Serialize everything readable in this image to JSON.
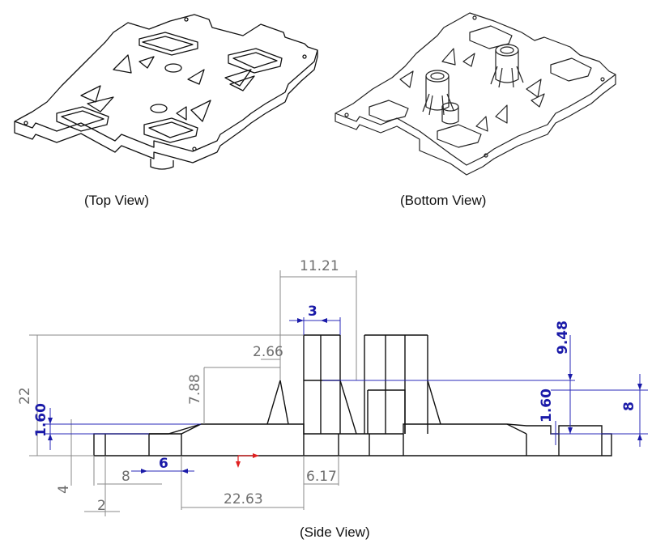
{
  "captions": {
    "top": "(Top View)",
    "bottom": "(Bottom View)",
    "side": "(Side View)"
  },
  "dimensions": {
    "d_11_21": "11.21",
    "d_3": "3",
    "d_9_48": "9.48",
    "d_2_66": "2.66",
    "d_22": "22",
    "d_7_88": "7.88",
    "d_1_60_left": "1.60",
    "d_1_60_right": "1.60",
    "d_8_right": "8",
    "d_8_bottom": "8",
    "d_6": "6",
    "d_6_17": "6.17",
    "d_4": "4",
    "d_22_63": "22.63",
    "d_2": "2"
  },
  "colors": {
    "line": "#111111",
    "dim_gray": "#6e6e6e",
    "dim_blue": "#1a1aa8",
    "arrow_red": "#e02020"
  }
}
